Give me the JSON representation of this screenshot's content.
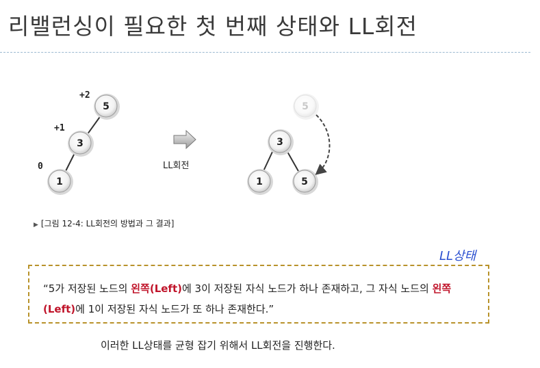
{
  "title": "리밸런싱이 필요한 첫 번째 상태와 LL회전",
  "tree_left": {
    "nodes": [
      {
        "key": "5",
        "balance": "+2"
      },
      {
        "key": "3",
        "balance": "+1"
      },
      {
        "key": "1",
        "balance": "0"
      }
    ]
  },
  "arrow_label": "LL회전",
  "tree_right": {
    "nodes": [
      {
        "key": "5",
        "state": "faded"
      },
      {
        "key": "3"
      },
      {
        "key": "1"
      },
      {
        "key": "5"
      }
    ]
  },
  "caption": "[그림 12-4: LL회전의 방법과 그 결과]",
  "ll_state_label": "LL상태",
  "quote": {
    "part1": "“5가 저장된 노드의 ",
    "highlight1": "왼쪽(Left)",
    "part2": "에 3이 저장된 자식 노드가 하나 존재하고, 그 자식 노드의 ",
    "highlight2": "왼쪽(Left)",
    "part3": "에 1이 저장된 자식 노드가 또 하나 존재한다.”"
  },
  "bottom_text": "이러한 LL상태를 균형 잡기 위해서 LL회전을 진행한다.",
  "colors": {
    "highlight": "#c0142a",
    "box_border": "#b8922a",
    "ll_state": "#2a4fd0"
  }
}
